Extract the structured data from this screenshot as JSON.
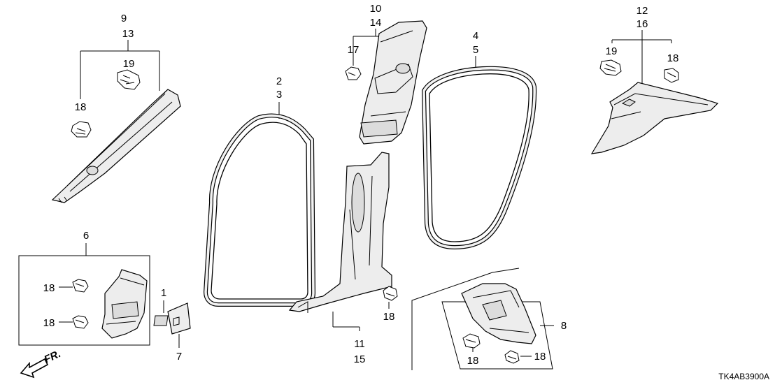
{
  "diagram_code": "TK4AB3900A",
  "direction_label": "FR.",
  "labels": {
    "l9": "9",
    "l13": "13",
    "l19a": "19",
    "l18a": "18",
    "l2": "2",
    "l3": "3",
    "l10": "10",
    "l14": "14",
    "l17": "17",
    "l4": "4",
    "l5": "5",
    "l12": "12",
    "l16": "16",
    "l19b": "19",
    "l18b": "18",
    "l6": "6",
    "l18c": "18",
    "l18d": "18",
    "l1": "1",
    "l7": "7",
    "l18e": "18",
    "l11": "11",
    "l15": "15",
    "l8": "8",
    "l18f": "18",
    "l18g": "18"
  }
}
